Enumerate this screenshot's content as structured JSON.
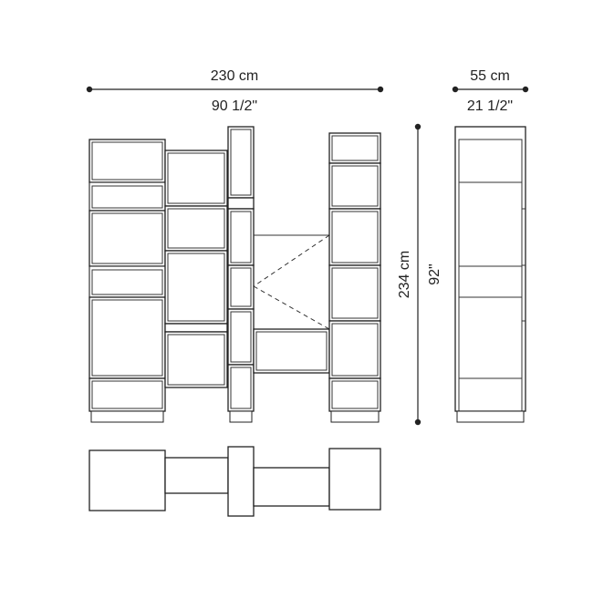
{
  "dimensions": {
    "width_cm": "230 cm",
    "width_in": "90 1/2\"",
    "depth_cm": "55 cm",
    "depth_in": "21 1/2\"",
    "height_cm": "234 cm",
    "height_in": "92\""
  },
  "colors": {
    "line": "#222222",
    "background": "#ffffff"
  }
}
